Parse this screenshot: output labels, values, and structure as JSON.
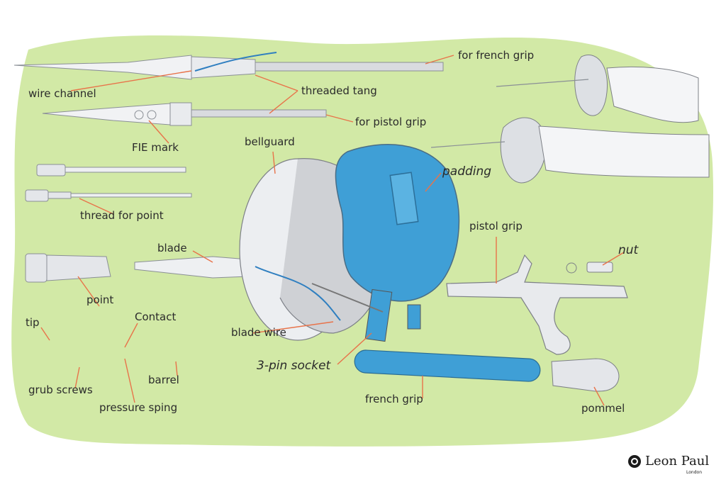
{
  "labels": {
    "for_french_grip": "for french grip",
    "wire_channel": "wire channel",
    "threaded_tang": "threaded tang",
    "for_pistol_grip": "for pistol grip",
    "fie_mark": "FIE mark",
    "bellguard": "bellguard",
    "padding": "padding",
    "thread_for_point": "thread for point",
    "pistol_grip": "pistol grip",
    "nut": "nut",
    "blade": "blade",
    "point": "point",
    "contact": "Contact",
    "tip": "tip",
    "blade_wire": "blade wire",
    "three_pin_socket": "3-pin socket",
    "barrel": "barrel",
    "grub_screws": "grub screws",
    "pressure_spring": "pressure sping",
    "french_grip": "french grip",
    "pommel": "pommel"
  },
  "logo": {
    "name": "Leon Paul",
    "sub": "London"
  },
  "colors": {
    "background_blob": "#d2e9a6",
    "leader_line": "#e8734a",
    "grip_blue": "#3f9fd6",
    "metal": "#e4e6ea"
  }
}
